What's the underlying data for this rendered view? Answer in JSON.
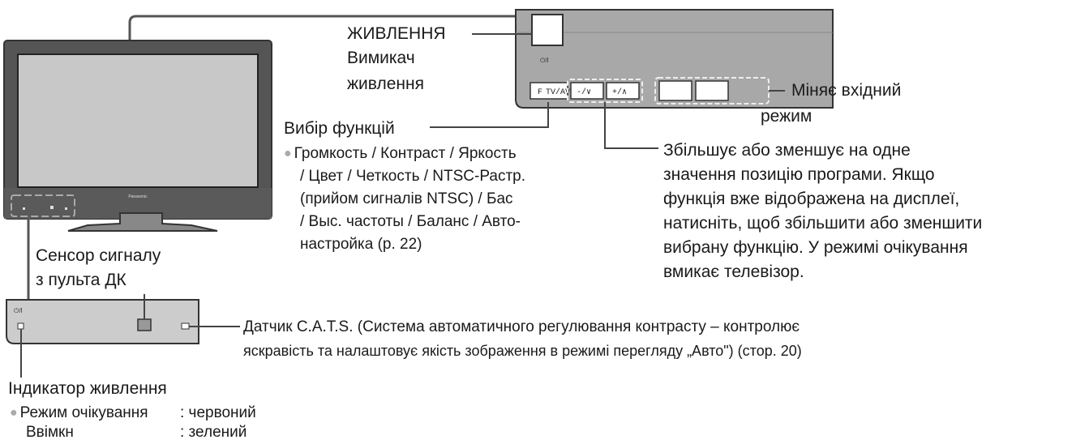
{
  "labels": {
    "power_title": "ЖИВЛЕННЯ",
    "power_switch_1": "Вимикач",
    "power_switch_2": "живлення",
    "input_mode_1": "Міняє вхідний",
    "input_mode_2": "режим",
    "func_title": "Вибір функцій",
    "func_lines": [
      "Громкость / Контраст / Яркость",
      "/ Цвет / Четкость / NTSC-Растр.",
      "(прийом сигналів NTSC) / Бас",
      "/ Выс. частоты / Баланс / Авто-",
      "настройка (р. 22)"
    ],
    "prog_lines": [
      "Збільшує або зменшує на одне",
      "значення позицію програми. Якщо",
      "функція вже відображена на дисплеї,",
      "натисніть, щоб збільшити або зменшити",
      "вибрану функцію. У режимі очікування",
      "вмикає телевізор."
    ],
    "sensor_1": "Сенсор сигналу",
    "sensor_2": "з пульта ДК",
    "cats_1": "Датчик C.A.T.S. (Система автоматичного регулювання контрасту – контролює",
    "cats_2": "яскравість та налаштовує якість зображення в режимі перегляду „Авто\") (стор. 20)",
    "indicator_title": "Індикатор живлення",
    "standby_label": "Режим очікування",
    "standby_value": ": червоний",
    "on_label": "Ввімкн",
    "on_value": ": зелений"
  },
  "device": {
    "brand": "Panasonic",
    "power_symbol": "⏻/I",
    "buttons": [
      "F",
      "TV/AV",
      "-/∨",
      "+/∧"
    ]
  }
}
